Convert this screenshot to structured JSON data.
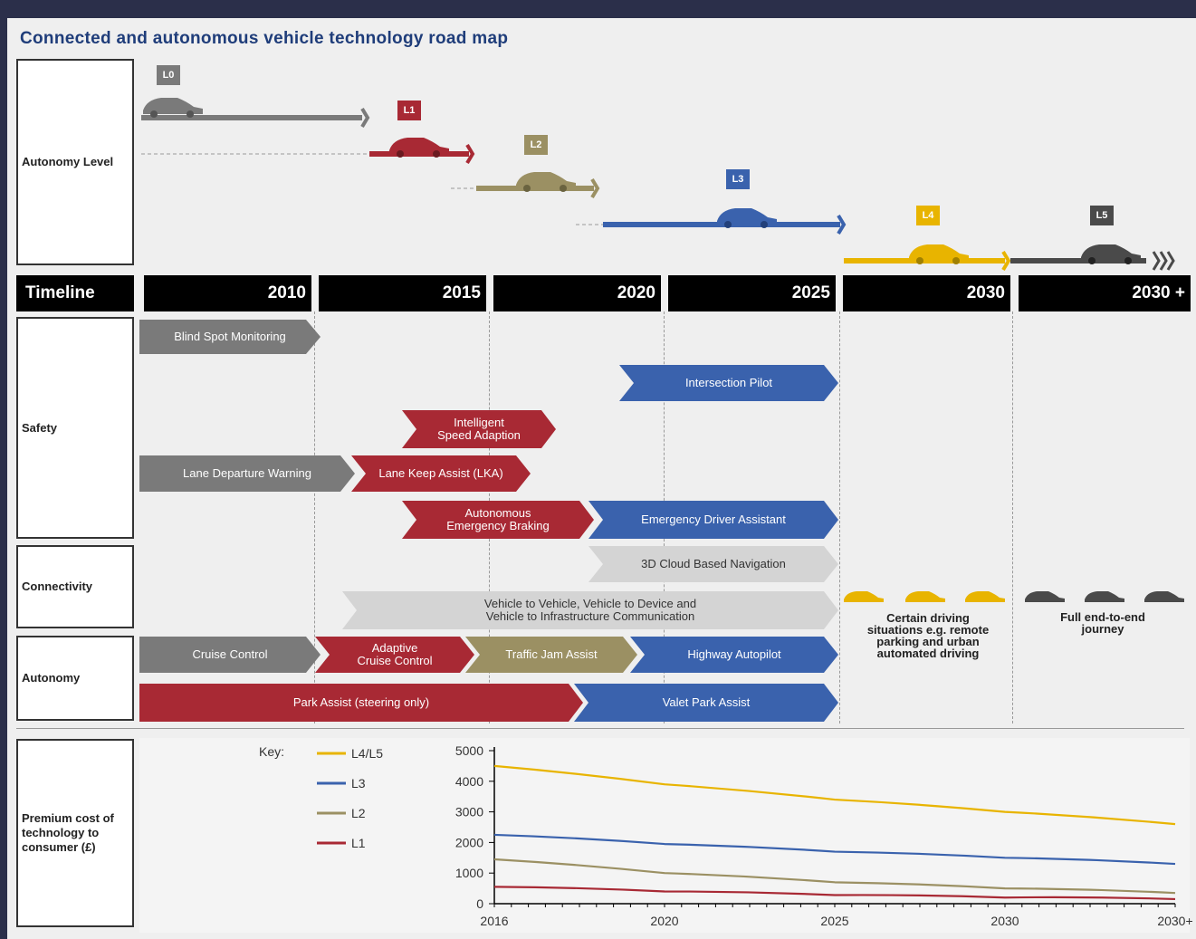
{
  "title": "Connected and autonomous vehicle technology road map",
  "row_labels": {
    "autonomy_level": "Autonomy Level",
    "safety": "Safety",
    "connectivity": "Connectivity",
    "autonomy": "Autonomy",
    "cost": "Premium cost of technology to consumer (£)"
  },
  "timeline": {
    "label": "Timeline",
    "years": [
      "2010",
      "2015",
      "2020",
      "2025",
      "2030",
      "2030 +"
    ]
  },
  "levels": [
    {
      "label": "L0",
      "color": "#7a7a7a"
    },
    {
      "label": "L1",
      "color": "#a82934"
    },
    {
      "label": "L2",
      "color": "#9b9063"
    },
    {
      "label": "L3",
      "color": "#3a62ad"
    },
    {
      "label": "L4",
      "color": "#e8b400"
    },
    {
      "label": "L5",
      "color": "#4a4a4a"
    }
  ],
  "features": {
    "blind_spot": "Blind Spot Monitoring",
    "intersection_pilot": "Intersection Pilot",
    "isa_line1": "Intelligent",
    "isa_line2": "Speed Adaption",
    "lane_departure": "Lane Departure Warning",
    "lka": "Lane Keep Assist (LKA)",
    "aeb_line1": "Autonomous",
    "aeb_line2": "Emergency Braking",
    "eda": "Emergency Driver Assistant",
    "cloud_nav": "3D Cloud Based Navigation",
    "v2x_line1": "Vehicle to Vehicle, Vehicle to Device and",
    "v2x_line2": "Vehicle to Infrastructure Communication",
    "cruise": "Cruise Control",
    "acc_line1": "Adaptive",
    "acc_line2": "Cruise Control",
    "tja": "Traffic Jam Assist",
    "highway": "Highway Autopilot",
    "park_assist": "Park Assist (steering only)",
    "valet": "Valet Park Assist"
  },
  "notes": {
    "l4_line1": "Certain driving",
    "l4_line2": "situations e.g. remote",
    "l4_line3": "parking and urban",
    "l4_line4": "automated driving",
    "l5_line1": "Full end-to-end",
    "l5_line2": "journey"
  },
  "key_label": "Key:",
  "chart_data": {
    "type": "line",
    "x": [
      "2016",
      "2020",
      "2025",
      "2030",
      "2030+"
    ],
    "ylim": [
      0,
      5000
    ],
    "yticks": [
      "5000",
      "4000",
      "3000",
      "2000",
      "1000",
      "0"
    ],
    "series": [
      {
        "name": "L4/L5",
        "color": "#e8b400",
        "values": [
          4500,
          3900,
          3400,
          3000,
          2600
        ]
      },
      {
        "name": "L3",
        "color": "#3a62ad",
        "values": [
          2250,
          1950,
          1700,
          1500,
          1300
        ]
      },
      {
        "name": "L2",
        "color": "#9b9063",
        "values": [
          1450,
          1000,
          700,
          500,
          350
        ]
      },
      {
        "name": "L1",
        "color": "#a82934",
        "values": [
          550,
          400,
          280,
          200,
          150
        ]
      }
    ]
  }
}
